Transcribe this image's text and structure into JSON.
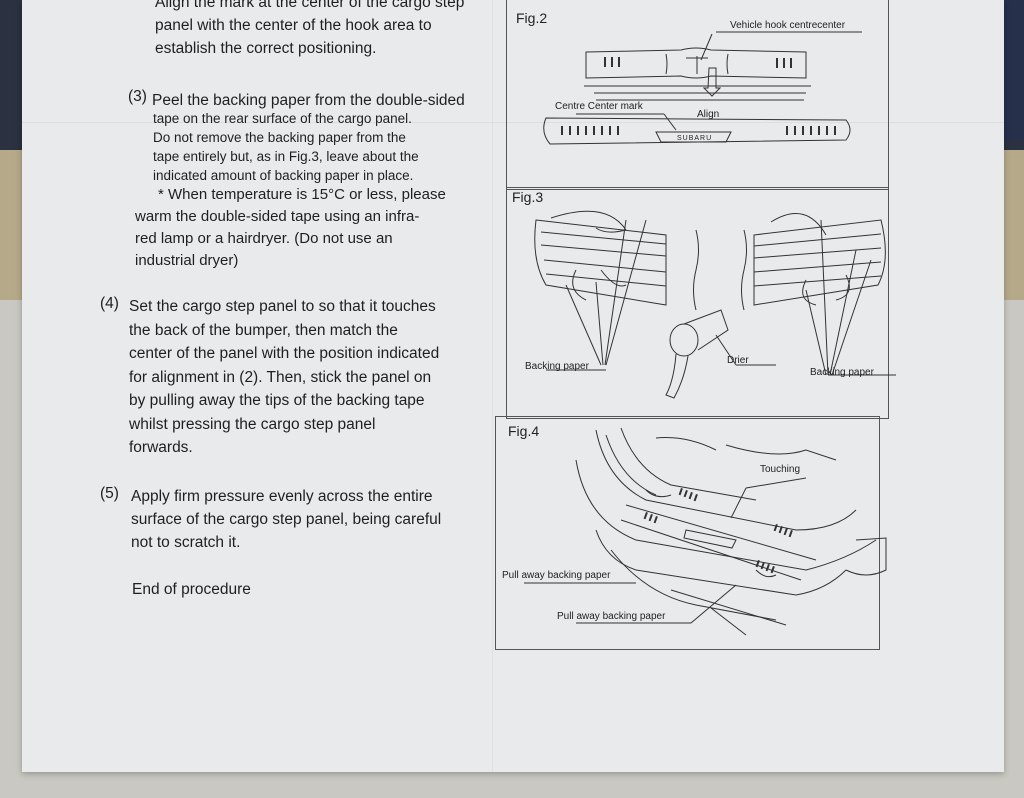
{
  "steps": {
    "s2": {
      "lines": [
        "Align the mark at the center of the cargo step",
        "panel with the center of the hook area to",
        "establish the correct positioning."
      ]
    },
    "s3": {
      "number": "(3)",
      "lines": [
        "Peel the backing paper from the double-sided"
      ],
      "small_lines": [
        "tape on the rear surface of the cargo panel.",
        "Do not remove the backing paper from the",
        "tape entirely but, as in Fig.3, leave about the",
        "indicated amount of backing paper in place.",
        "* When temperature is 15°C or less, please",
        "warm the double-sided tape using an infra-",
        "red lamp or a hairdryer. (Do not use an",
        "industrial dryer)"
      ]
    },
    "s4": {
      "number": "(4)",
      "lines": [
        "Set the cargo step panel to so that it touches",
        "the back of the bumper, then match the",
        "center of the panel with the position indicated",
        "for alignment in (2). Then, stick the panel on",
        "by pulling away the tips of the backing tape",
        "whilst pressing the cargo step panel",
        "forwards."
      ]
    },
    "s5": {
      "number": "(5)",
      "lines": [
        "Apply firm pressure evenly across the entire",
        "surface of the cargo step panel, being careful",
        "not to scratch it."
      ]
    },
    "end": "End of procedure"
  },
  "figures": {
    "fig2": {
      "label": "Fig.2",
      "callouts": {
        "hook": "Vehicle hook centrecenter",
        "centre": "Centre Center mark",
        "align": "Align",
        "brand": "SUBARU"
      }
    },
    "fig3": {
      "label": "Fig.3",
      "callouts": {
        "backing_left": "Backing paper",
        "drier": "Drier",
        "backing_right": "Backing paper"
      }
    },
    "fig4": {
      "label": "Fig.4",
      "callouts": {
        "touching": "Touching",
        "pull1": "Pull away backing paper",
        "pull2": "Pull away backing paper"
      }
    }
  }
}
